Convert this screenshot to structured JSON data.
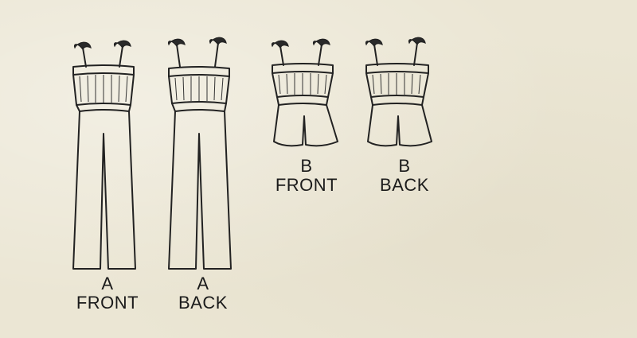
{
  "views": [
    {
      "view": "A",
      "side": "FRONT"
    },
    {
      "view": "A",
      "side": "BACK"
    },
    {
      "view": "B",
      "side": "FRONT"
    },
    {
      "view": "B",
      "side": "BACK"
    }
  ],
  "colors": {
    "paper": "#ebe6d4",
    "ink": "#222222"
  }
}
